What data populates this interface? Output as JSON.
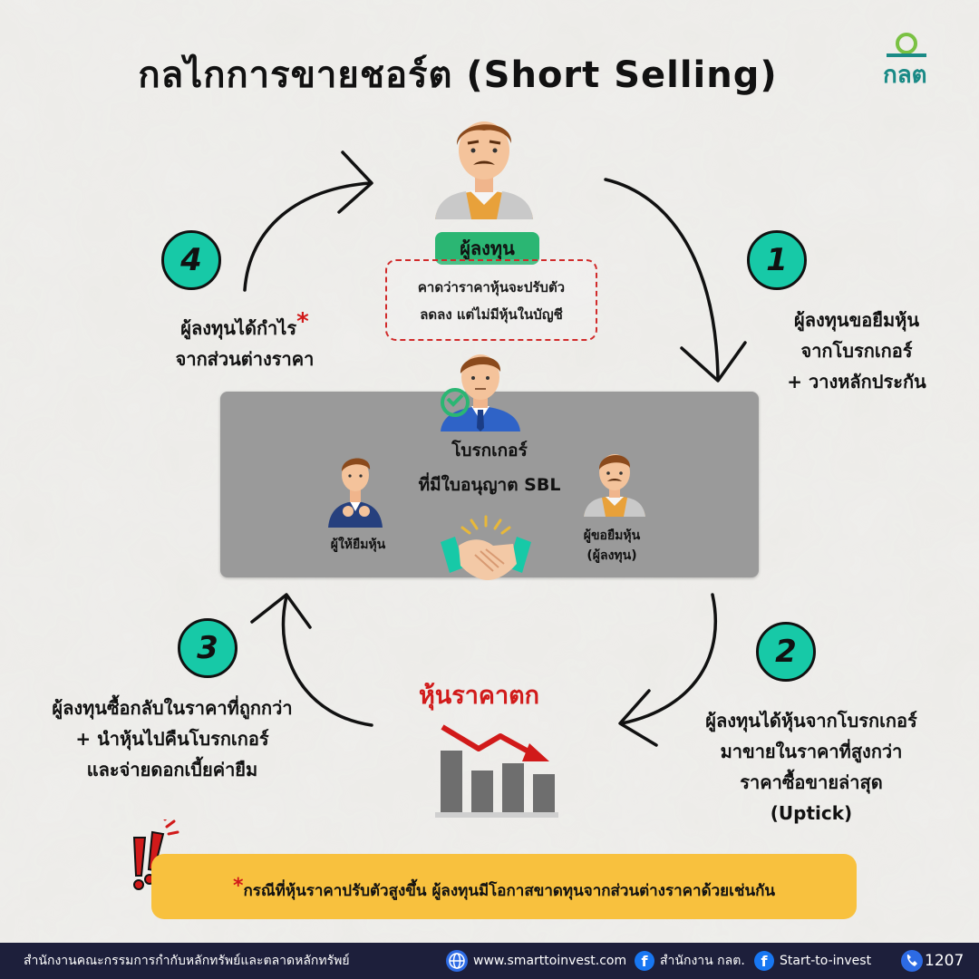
{
  "title": "กลไกการขายชอร์ต  (Short  Selling)",
  "logo": {
    "text": "กลต"
  },
  "investor": {
    "tag": "ผู้ลงทุน",
    "note_line1": "คาดว่าราคาหุ้นจะปรับตัว",
    "note_line2": "ลดลง แต่ไม่มีหุ้นในบัญชี"
  },
  "steps": [
    {
      "number": "1",
      "lines": [
        "ผู้ลงทุนขอยืมหุ้น",
        "จากโบรกเกอร์",
        "+ วางหลักประกัน"
      ]
    },
    {
      "number": "2",
      "lines": [
        "ผู้ลงทุนได้หุ้นจากโบรกเกอร์",
        "มาขายในราคาที่สูงกว่า",
        "ราคาซื้อขายล่าสุด",
        "(Uptick)"
      ]
    },
    {
      "number": "3",
      "lines": [
        "ผู้ลงทุนซื้อกลับในราคาที่ถูกกว่า",
        "+ นำหุ้นไปคืนโบรกเกอร์",
        "และจ่ายดอกเบี้ยค่ายืม"
      ]
    },
    {
      "number": "4",
      "lines": [
        "ผู้ลงทุนได้กำไร",
        "จากส่วนต่างราคา"
      ],
      "star": "*"
    }
  ],
  "broker": {
    "line1": "โบรกเกอร์",
    "line2": "ที่มีใบอนุญาต SBL",
    "lender": "ผู้ให้ยืมหุ้น",
    "borrower_line1": "ผู้ขอยืมหุ้น",
    "borrower_line2": "(ผู้ลงทุน)"
  },
  "price_drop": "หุ้นราคาตก",
  "warning": {
    "star": "*",
    "text": "กรณีที่หุ้นราคาปรับตัวสูงขึ้น ผู้ลงทุนมีโอกาสขาดทุนจากส่วนต่างราคาด้วยเช่นกัน"
  },
  "footer": {
    "org": "สำนักงานคณะกรรมการกำกับหลักทรัพย์และตลาดหลักทรัพย์",
    "website": "www.smarttoinvest.com",
    "fb1": "สำนักงาน กลต.",
    "fb2": "Start-to-invest",
    "phone": "1207"
  },
  "colors": {
    "accent_green": "#17c9a7",
    "tag_green": "#2bb673",
    "alert_red": "#d11a1a",
    "warning_yellow": "#f8c13e",
    "footer_navy": "#1d1f3b"
  }
}
